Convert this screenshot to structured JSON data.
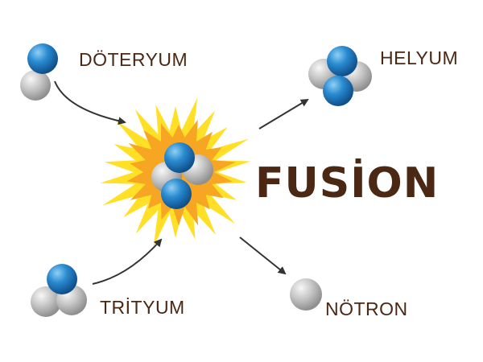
{
  "title": "FUSİON",
  "labels": {
    "deuterium": "DÖTERYUM",
    "tritium": "TRİTYUM",
    "helium": "HELYUM",
    "neutron": "NÖTRON"
  },
  "colors": {
    "proton": "#1f7ec2",
    "neutron": "#b9b9b9",
    "burst_outer": "#ffe026",
    "burst_inner": "#f6a623",
    "text": "#4a2814",
    "arrow": "#333333"
  }
}
